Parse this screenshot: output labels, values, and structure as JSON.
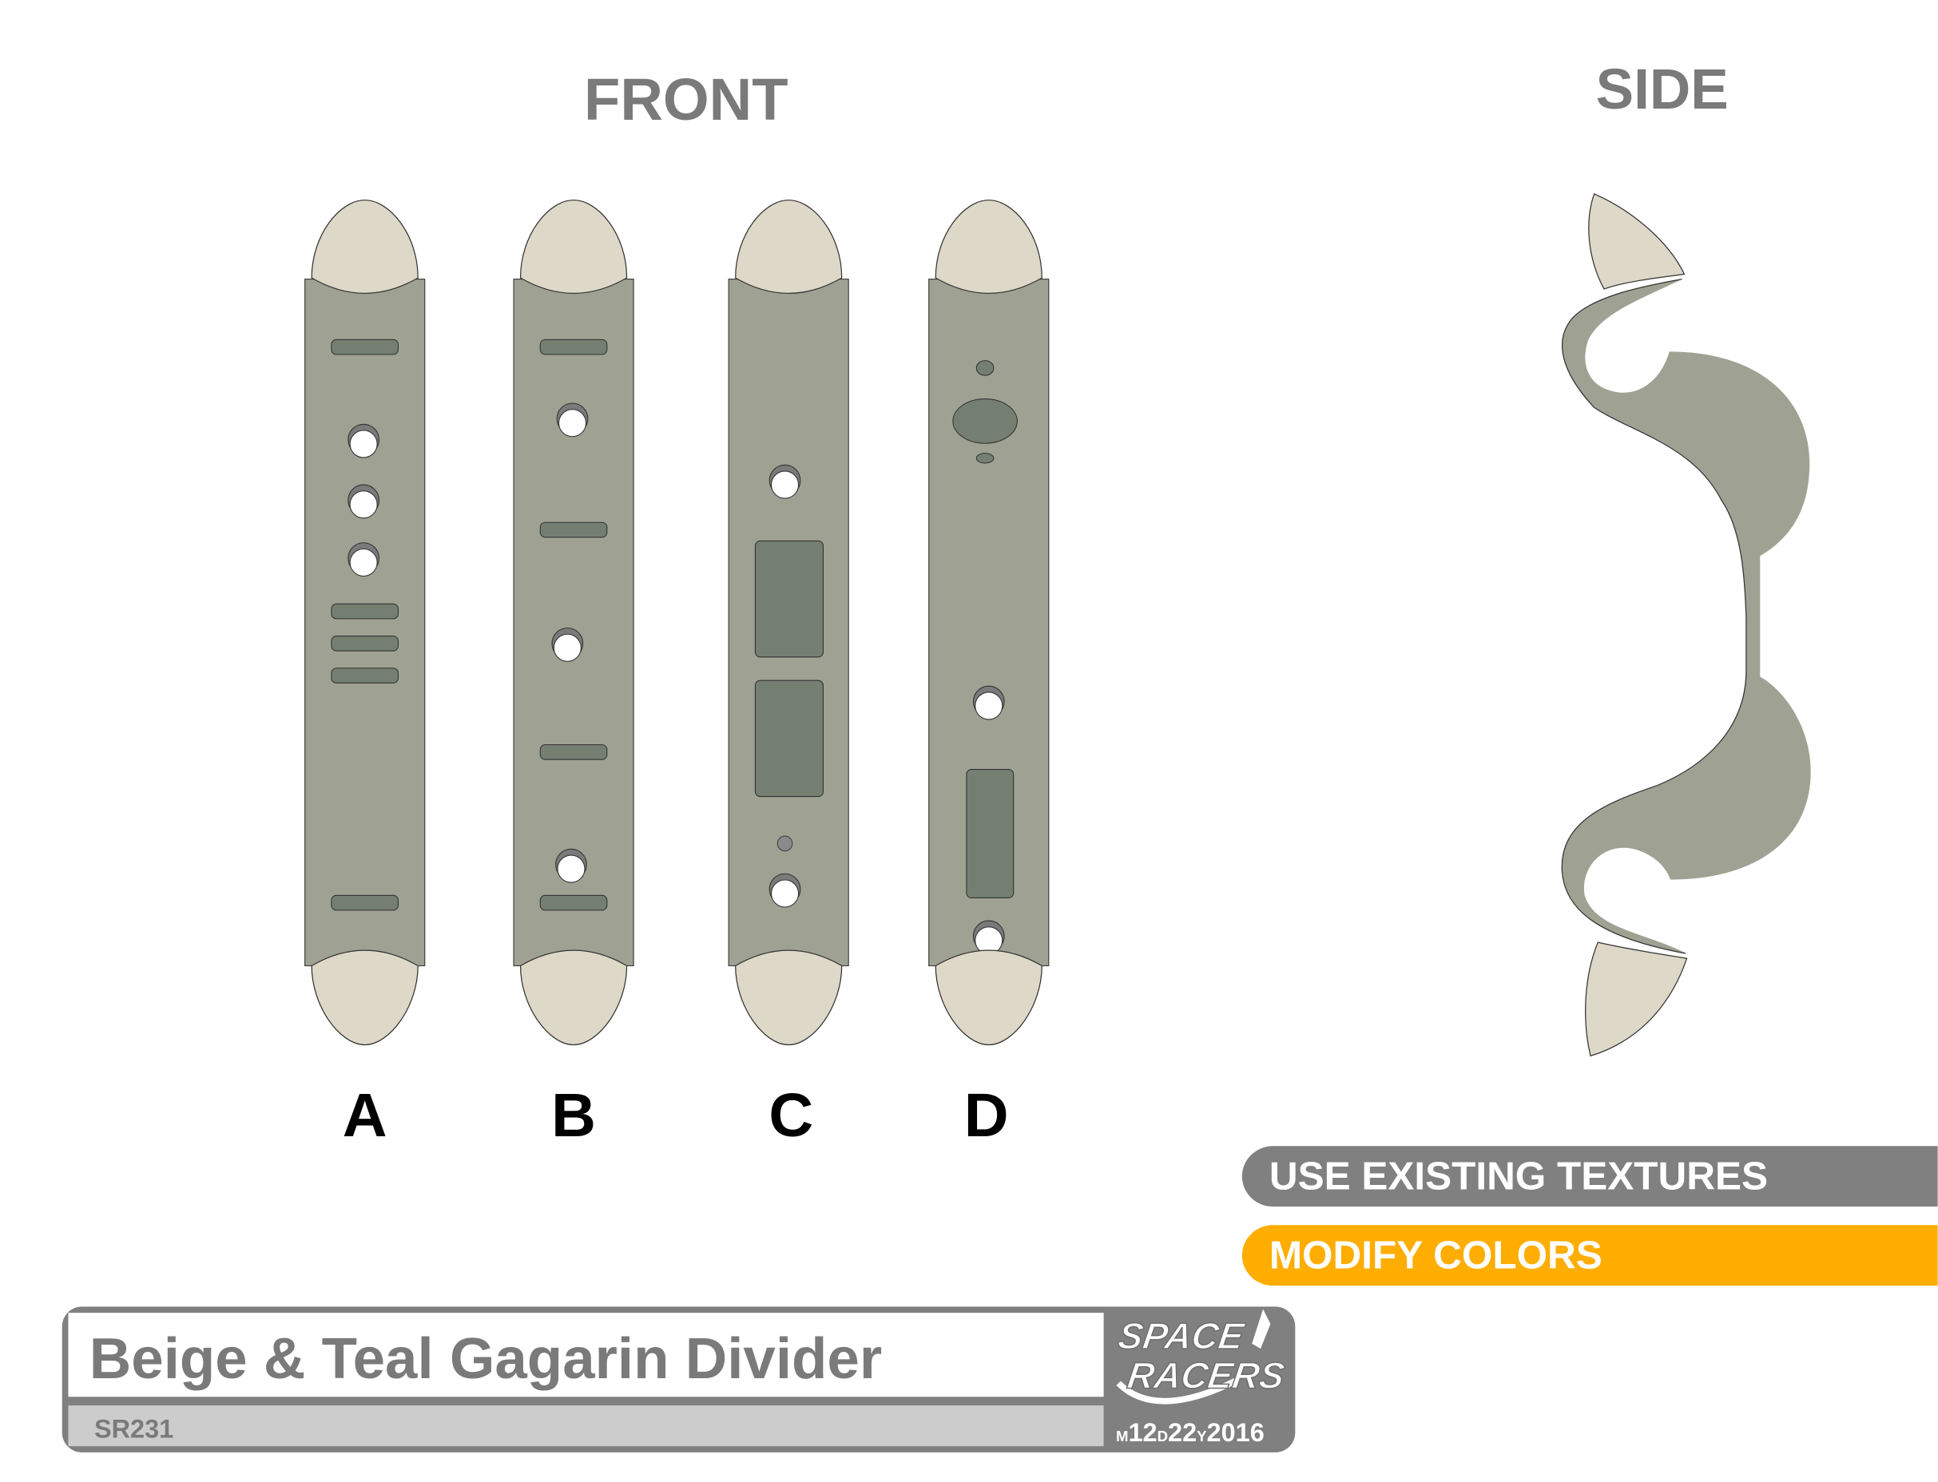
{
  "headings": {
    "front": "FRONT",
    "side": "SIDE"
  },
  "views": [
    {
      "label": "A"
    },
    {
      "label": "B"
    },
    {
      "label": "C"
    },
    {
      "label": "D"
    }
  ],
  "buttons": {
    "use_textures": "USE EXISTING TEXTURES",
    "modify_colors": "MODIFY COLORS"
  },
  "title_block": {
    "title": "Beige & Teal Gagarin Divider",
    "code": "SR231",
    "logo_text": "SPACE RACERS",
    "date": {
      "m_label": "M",
      "month": "12",
      "d_label": "D",
      "day": "22",
      "y_label": "Y",
      "year": "2016"
    }
  },
  "colors": {
    "body": "#9fa293",
    "cap": "#ddd8c7",
    "slot": "#747f72",
    "gray_button": "#808080",
    "orange_button": "#ffad00"
  }
}
